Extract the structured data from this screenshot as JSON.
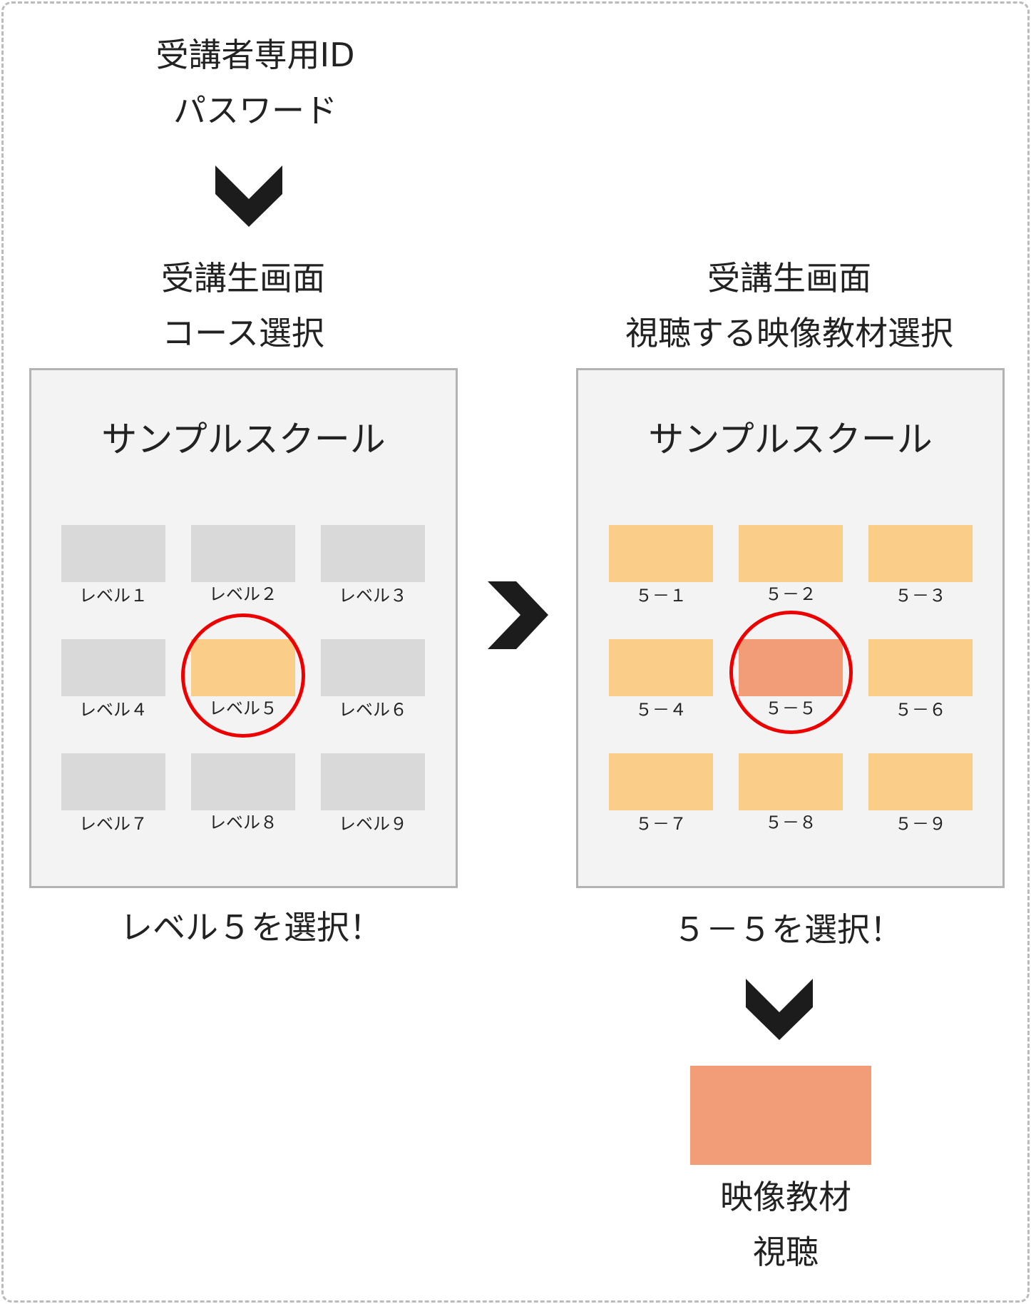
{
  "colors": {
    "tile_inactive": "#d9d9d9",
    "tile_active": "#facd89",
    "tile_selected": "#f29c78",
    "highlight_circle": "#ee0000",
    "arrow": "#1c1c1c",
    "panel_bg": "#f3f3f3",
    "panel_border": "#b3b3b3",
    "frame_border": "#bbbbbb"
  },
  "step_login": {
    "line1": "受講者専用ID",
    "line2": "パスワード"
  },
  "step_course": {
    "heading_line1": "受講生画面",
    "heading_line2": "コース選択",
    "school_name": "サンプルスクール",
    "tiles": [
      {
        "label": "レベル１",
        "state": "inactive"
      },
      {
        "label": "レベル２",
        "state": "inactive"
      },
      {
        "label": "レベル３",
        "state": "inactive"
      },
      {
        "label": "レベル４",
        "state": "inactive"
      },
      {
        "label": "レベル５",
        "state": "active"
      },
      {
        "label": "レベル６",
        "state": "inactive"
      },
      {
        "label": "レベル７",
        "state": "inactive"
      },
      {
        "label": "レベル８",
        "state": "inactive"
      },
      {
        "label": "レベル９",
        "state": "inactive"
      }
    ],
    "caption": "レベル５を選択！"
  },
  "step_video": {
    "heading_line1": "受講生画面",
    "heading_line2": "視聴する映像教材選択",
    "school_name": "サンプルスクール",
    "tiles": [
      {
        "label": "５－１",
        "state": "active"
      },
      {
        "label": "５－２",
        "state": "active"
      },
      {
        "label": "５－３",
        "state": "active"
      },
      {
        "label": "５－４",
        "state": "active"
      },
      {
        "label": "５－５",
        "state": "selected"
      },
      {
        "label": "５－６",
        "state": "active"
      },
      {
        "label": "５－７",
        "state": "active"
      },
      {
        "label": "５－８",
        "state": "active"
      },
      {
        "label": "５－９",
        "state": "active"
      }
    ],
    "caption": "５－５を選択！"
  },
  "step_watch": {
    "line1": "映像教材",
    "line2": "視聴"
  },
  "icons": {
    "down_arrow_1": "chevron-down",
    "right_arrow": "chevron-right",
    "down_arrow_2": "chevron-down"
  }
}
